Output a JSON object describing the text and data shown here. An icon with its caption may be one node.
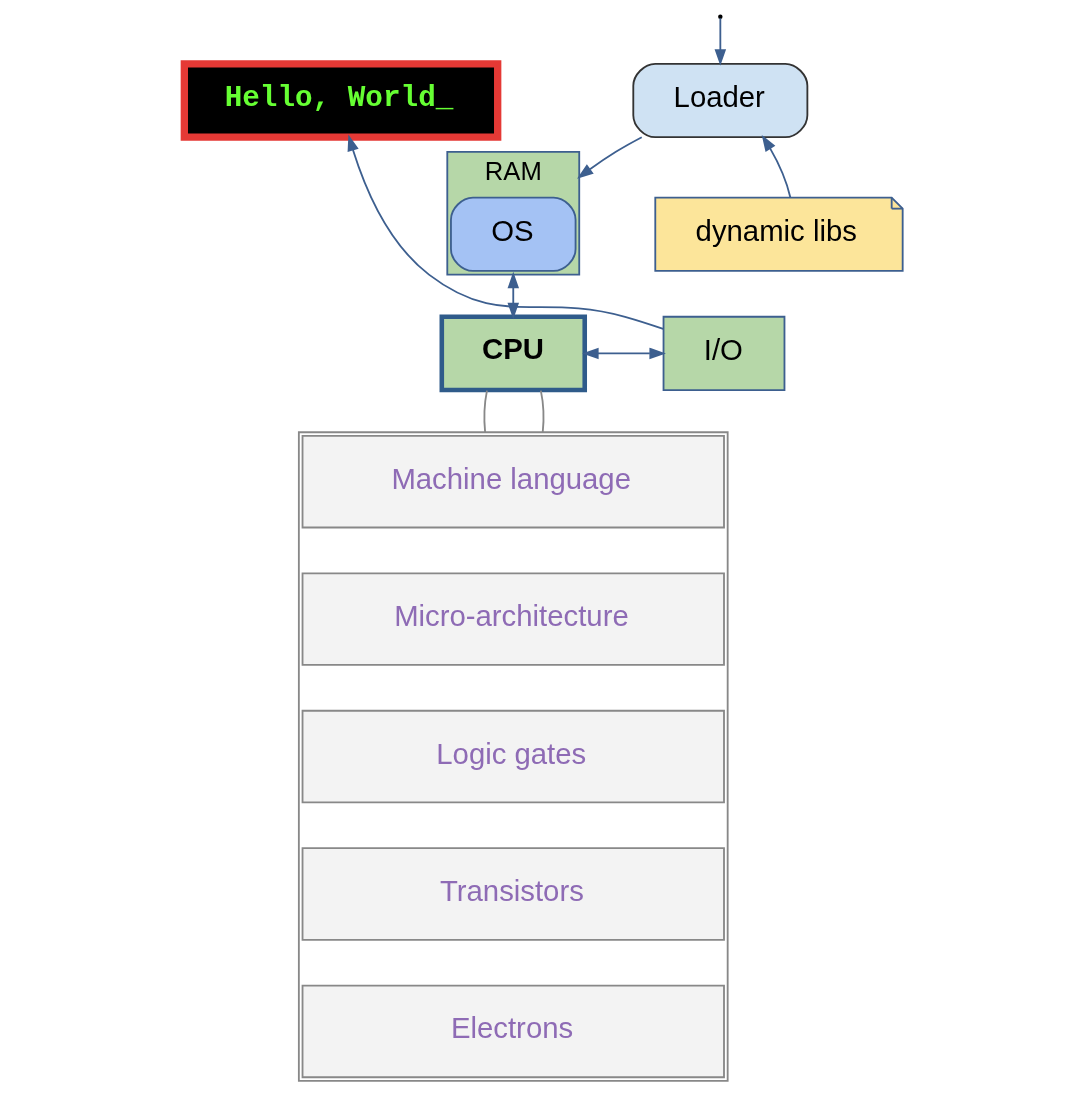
{
  "diagram": {
    "nodes": [
      {
        "text": [
          "Loader"
        ]
      },
      {
        "text": [
          "RAM"
        ]
      },
      {
        "text": [
          "OS"
        ],
        "in": 1
      },
      {
        "text": [
          "Hello, World_"
        ]
      },
      {
        "text": [
          "dynamic libs"
        ]
      },
      {
        "text": [
          "CPU"
        ]
      },
      {
        "text": [
          "I/O"
        ]
      },
      {
        "text": [],
        "shape": "box"
      },
      {
        "text": [
          "Machine language"
        ],
        "in": 7
      },
      {
        "text": [
          "Micro-architecture"
        ],
        "in": 7
      },
      {
        "text": [
          "Logic gates"
        ],
        "in": 7
      },
      {
        "text": [
          "Transistors"
        ],
        "in": 7
      },
      {
        "text": [
          "Electrons"
        ],
        "in": 7
      }
    ],
    "edges": [
      {
        "from": null,
        "to": 0,
        "arrow": "to"
      },
      {
        "from": 0,
        "to": 1,
        "arrow": "to"
      },
      {
        "from": 4,
        "to": 0,
        "arrow": "to"
      },
      {
        "from": 1,
        "to": 5,
        "arrow": "both"
      },
      {
        "from": 5,
        "to": 6,
        "arrow": "both"
      },
      {
        "from": 6,
        "to": 3,
        "arrow": "to"
      },
      {
        "from": 5,
        "to": 7,
        "arrow": "none",
        "color": "#888888"
      },
      {
        "from": 5,
        "to": 7,
        "arrow": "none",
        "color": "#888888"
      }
    ]
  }
}
